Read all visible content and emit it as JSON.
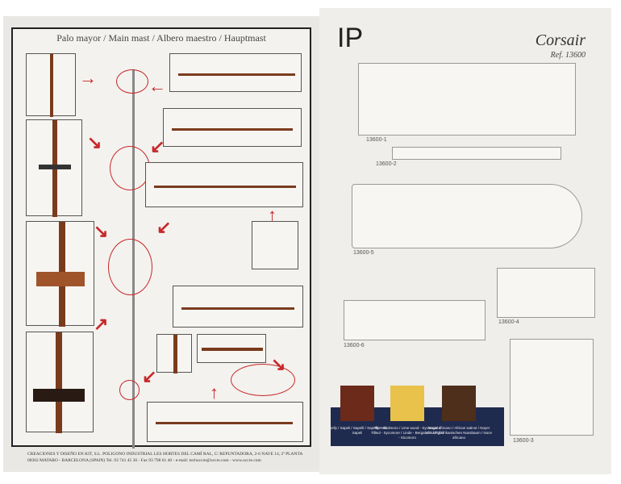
{
  "left_page": {
    "title": "Palo mayor / Main mast / Albero maestro / Hauptmast",
    "footer_line1": "CREACIONES Y DISEÑO EN KIT, S.L.  POLIGONO INDUSTRIAL LES HORTES DEL CAMÍ RAL, C/ REPUNTADORA, 2-6  NAVE 14, 2ª PLANTA",
    "footer_line2": "08302 MATARO - BARCELONA (SPAIN)  Tel. 93 741 45 36 - Fax 93 798 61 40 - e-mail: techoccre@occre.com - www.occre.com"
  },
  "right_page": {
    "logo": "IP",
    "model_name": "Corsair",
    "reference": "Ref. 13600",
    "sheets": [
      "13600-1",
      "13600-2",
      "13600-5",
      "13600-4",
      "13600-6",
      "13600-3"
    ],
    "woods": [
      {
        "name": "Sapelly / Sapeli / Sapelli / Sapelly-Holz / Sapeli",
        "color": "#6b2a1a"
      },
      {
        "name": "Tilo - Sicomoro / Lime wood - Sycamore / Tilleul - Sycomore / Linde - Bergahorn / Tiglio - Sicomoro",
        "color": "#e8c24a"
      },
      {
        "name": "Nogal africano / African walnut / Noyer africain / Afrikanischen Nussbaum / Noce africano",
        "color": "#4e2f1c"
      }
    ]
  }
}
